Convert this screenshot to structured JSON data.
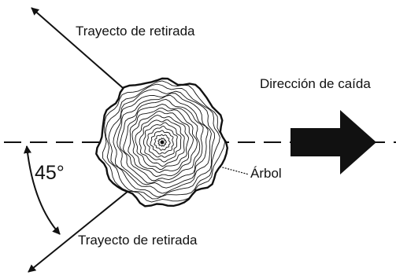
{
  "retreat_path_top_label": "Trayecto de retirada",
  "retreat_path_bottom_label": "Trayecto de retirada",
  "fall_direction_label": "Dirección de caída",
  "tree_label": "Árbol",
  "angle_label": "45°",
  "colors": {
    "ink": "#111111",
    "background": "#ffffff"
  },
  "icons": [
    "fall-direction-arrow-icon",
    "tree-stump-rings-icon"
  ]
}
